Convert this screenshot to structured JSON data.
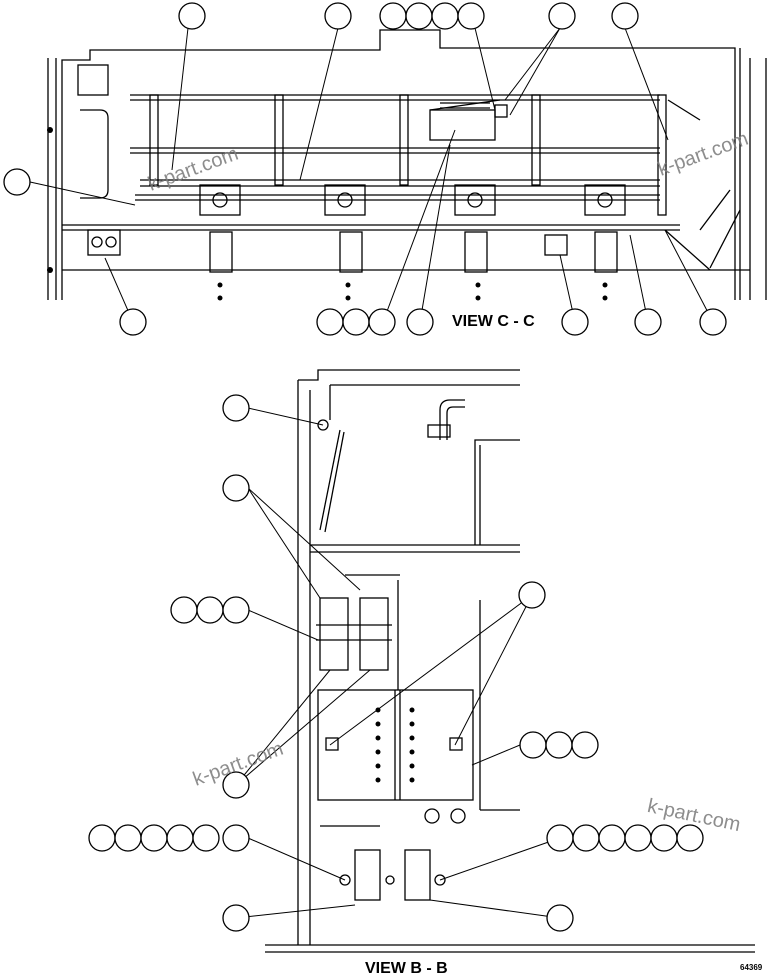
{
  "views": {
    "top_label": "VIEW C - C",
    "bottom_label": "VIEW B - B"
  },
  "watermarks": [
    "k-part.com",
    "k-part.com",
    "k-part.com",
    "k-part.com"
  ],
  "sheet_id": "64369"
}
